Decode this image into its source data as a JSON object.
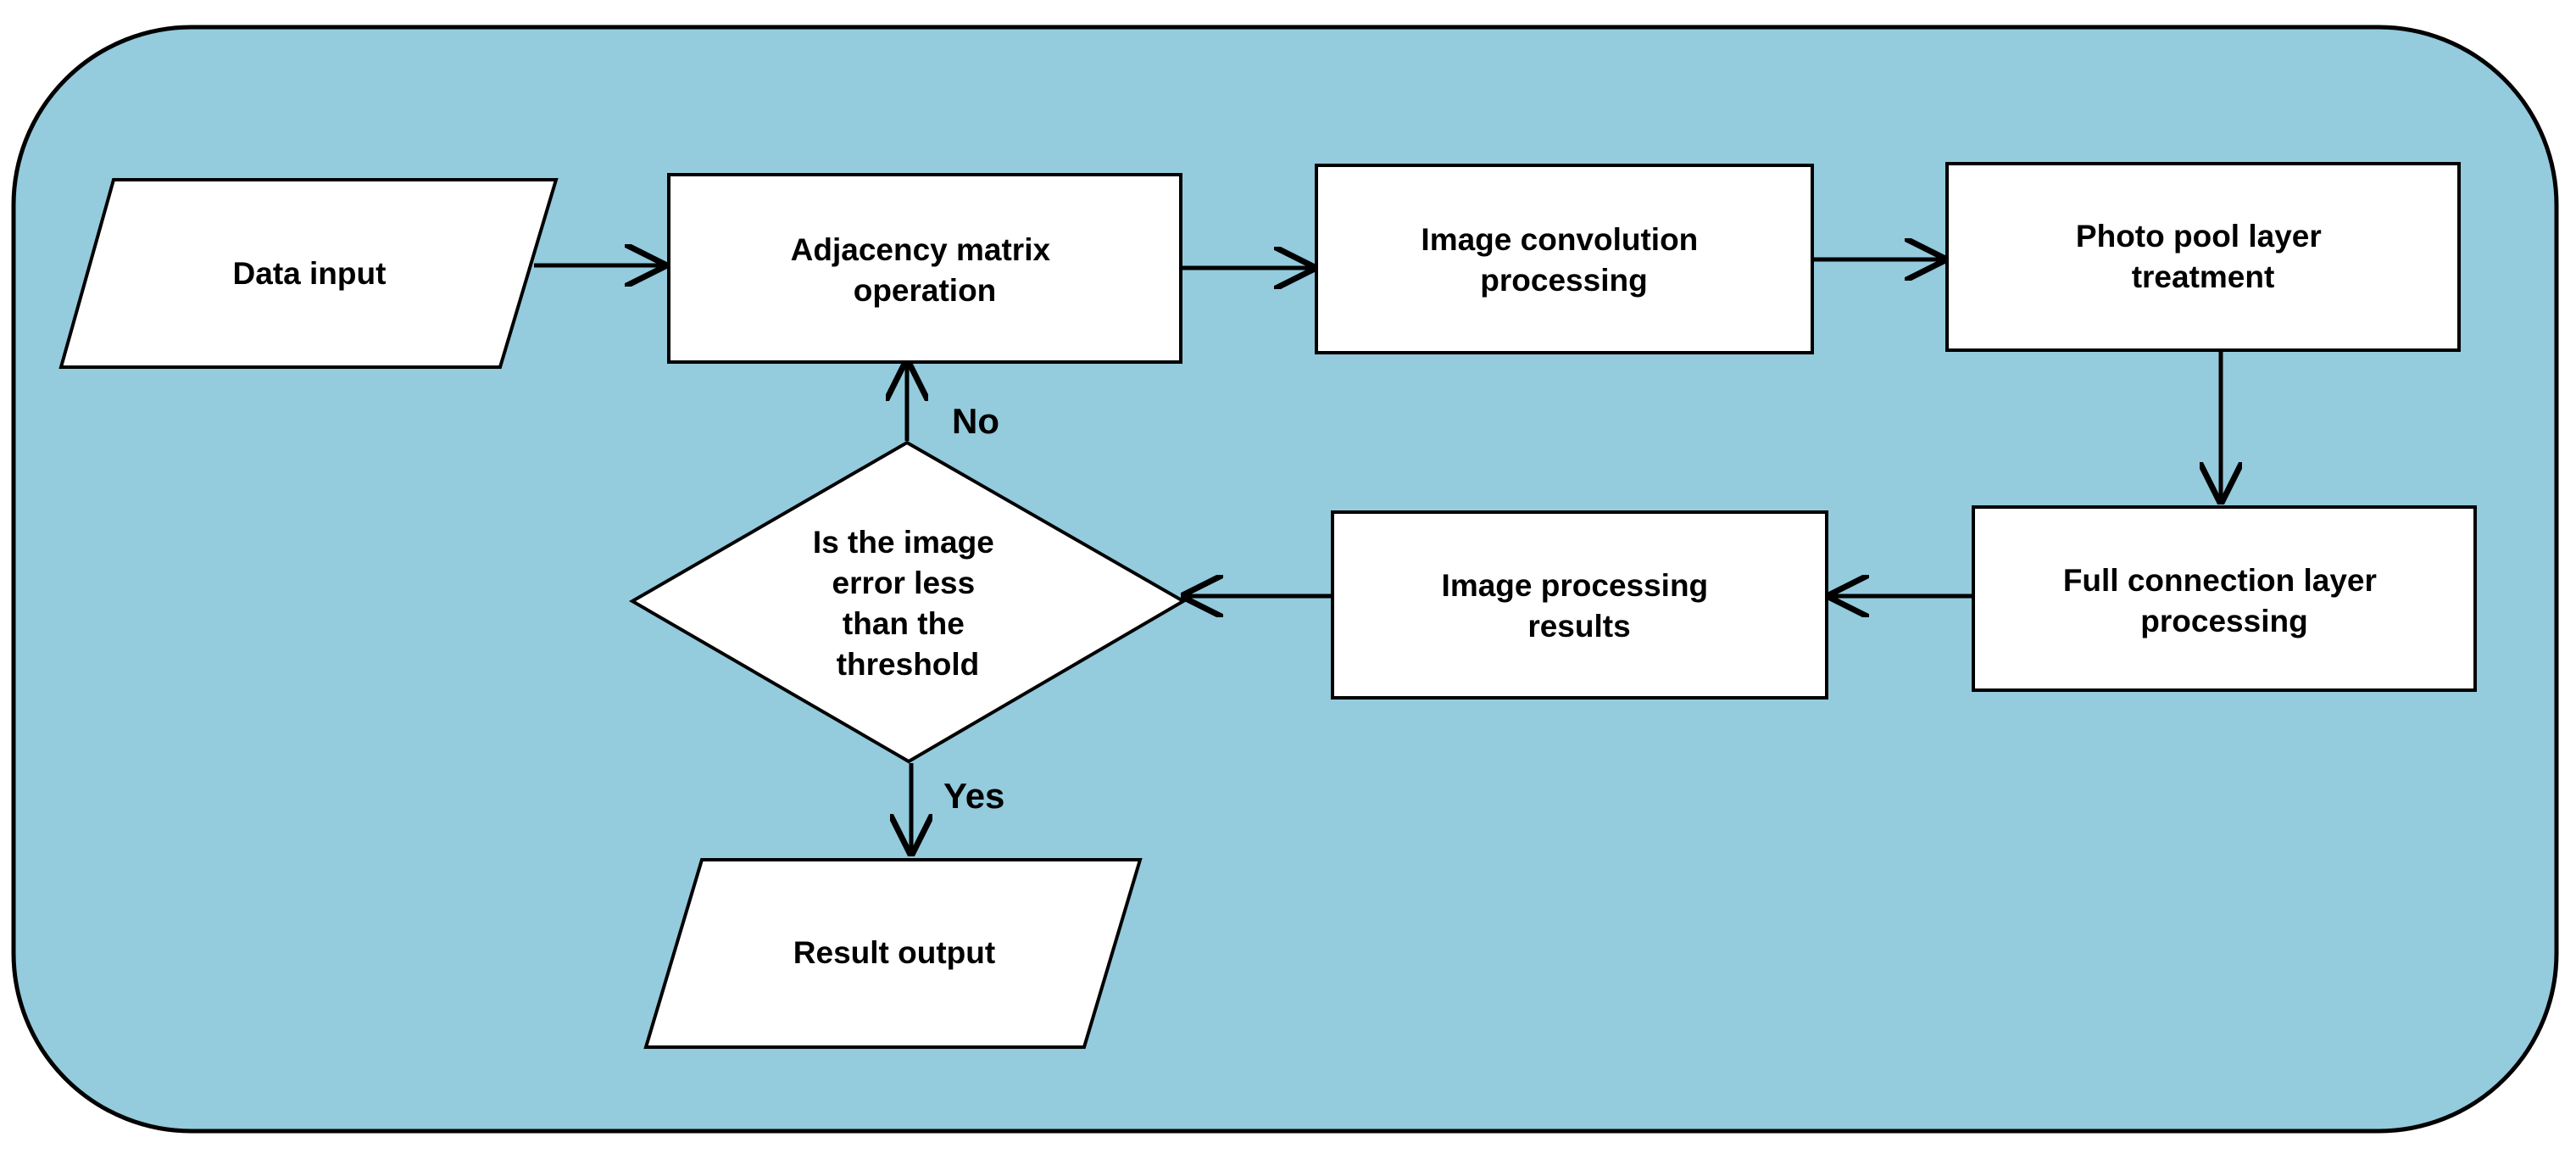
{
  "colors": {
    "container_fill": "#94cbdd",
    "node_fill": "#ffffff",
    "stroke": "#000000"
  },
  "nodes": {
    "data_input": "Data input",
    "adjacency": [
      "Adjacency matrix",
      "operation"
    ],
    "convolution": [
      "Image convolution",
      "processing"
    ],
    "pool": [
      "Photo pool layer",
      "treatment"
    ],
    "full_connection": [
      "Full connection layer",
      "processing"
    ],
    "processing_results": [
      "Image processing",
      "results"
    ],
    "decision": [
      "Is the image",
      "error less",
      "than the",
      "threshold"
    ],
    "result_output": "Result output"
  },
  "edge_labels": {
    "no": "No",
    "yes": "Yes"
  }
}
